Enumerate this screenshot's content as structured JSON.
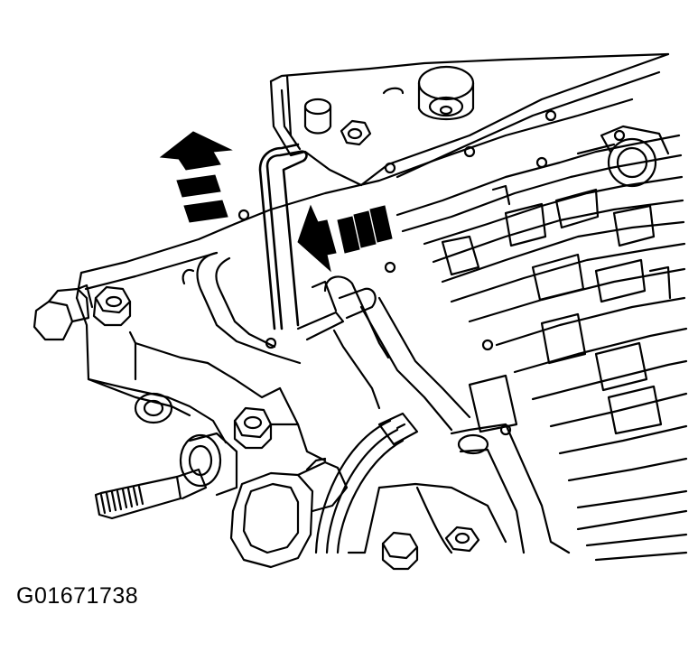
{
  "figure": {
    "id_label": "G01671738",
    "line_color": "#000000",
    "background": "#ffffff"
  },
  "arrows": [
    {
      "name": "upward-direction-arrow",
      "direction": "up"
    },
    {
      "name": "leftward-direction-arrow",
      "direction": "left"
    }
  ],
  "components": [
    "transmission-valve-body",
    "valve-body-cover-plate",
    "wire-retaining-clip",
    "detent-spring-bracket",
    "threaded-stud",
    "hex-bolt",
    "electrical-connector",
    "wiring-harness",
    "oil-passages"
  ]
}
